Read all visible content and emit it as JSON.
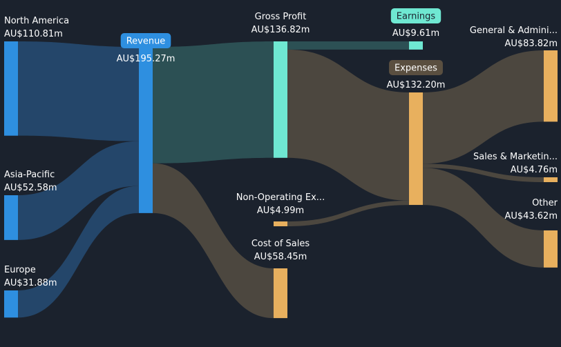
{
  "chart_data": {
    "type": "sankey",
    "currency": "AU$",
    "nodes": [
      {
        "id": "north_america",
        "name": "North America",
        "value_label": "AU$110.81m",
        "value": 110.81,
        "color": "#2e8fe0"
      },
      {
        "id": "asia_pacific",
        "name": "Asia-Pacific",
        "value_label": "AU$52.58m",
        "value": 52.58,
        "color": "#2e8fe0"
      },
      {
        "id": "europe",
        "name": "Europe",
        "value_label": "AU$31.88m",
        "value": 31.88,
        "color": "#2e8fe0"
      },
      {
        "id": "revenue",
        "name": "Revenue",
        "value_label": "AU$195.27m",
        "value": 195.27,
        "color": "#2e8fe0",
        "pill": true,
        "pill_color": "#2e8fe0",
        "pill_text_color": "#ffffff"
      },
      {
        "id": "gross_profit",
        "name": "Gross Profit",
        "value_label": "AU$136.82m",
        "value": 136.82,
        "color": "#6fe8d2"
      },
      {
        "id": "cost_of_sales",
        "name": "Cost of Sales",
        "value_label": "AU$58.45m",
        "value": 58.45,
        "color": "#e8b05e"
      },
      {
        "id": "earnings",
        "name": "Earnings",
        "value_label": "AU$9.61m",
        "value": 9.61,
        "color": "#6fe8d2",
        "pill": true,
        "pill_color": "#6fe8d2",
        "pill_text_color": "#1b222d"
      },
      {
        "id": "expenses",
        "name": "Expenses",
        "value_label": "AU$132.20m",
        "value": 132.2,
        "color": "#e8b05e",
        "pill": true,
        "pill_color": "#5a4f40",
        "pill_text_color": "#ffffff"
      },
      {
        "id": "non_operating",
        "name": "Non-Operating Ex...",
        "value_label": "AU$4.99m",
        "value": 4.99,
        "color": "#e8b05e"
      },
      {
        "id": "general_admin",
        "name": "General & Admini...",
        "value_label": "AU$83.82m",
        "value": 83.82,
        "color": "#e8b05e"
      },
      {
        "id": "sales_marketing",
        "name": "Sales & Marketin...",
        "value_label": "AU$4.76m",
        "value": 4.76,
        "color": "#e8b05e"
      },
      {
        "id": "other",
        "name": "Other",
        "value_label": "AU$43.62m",
        "value": 43.62,
        "color": "#e8b05e"
      }
    ],
    "links": [
      {
        "source": "north_america",
        "target": "revenue",
        "value": 110.81,
        "color": "#24466a"
      },
      {
        "source": "asia_pacific",
        "target": "revenue",
        "value": 52.58,
        "color": "#24466a"
      },
      {
        "source": "europe",
        "target": "revenue",
        "value": 31.88,
        "color": "#24466a"
      },
      {
        "source": "revenue",
        "target": "gross_profit",
        "value": 136.82,
        "color": "#2c5054"
      },
      {
        "source": "revenue",
        "target": "cost_of_sales",
        "value": 58.45,
        "color": "#4c473f"
      },
      {
        "source": "gross_profit",
        "target": "earnings",
        "value": 9.61,
        "color": "#2c5054"
      },
      {
        "source": "gross_profit",
        "target": "expenses",
        "value": 127.21,
        "color": "#4c473f"
      },
      {
        "source": "non_operating",
        "target": "expenses",
        "value": 4.99,
        "color": "#4c473f"
      },
      {
        "source": "expenses",
        "target": "general_admin",
        "value": 83.82,
        "color": "#4c473f"
      },
      {
        "source": "expenses",
        "target": "sales_marketing",
        "value": 4.76,
        "color": "#4c473f"
      },
      {
        "source": "expenses",
        "target": "other",
        "value": 43.62,
        "color": "#4c473f"
      }
    ]
  }
}
